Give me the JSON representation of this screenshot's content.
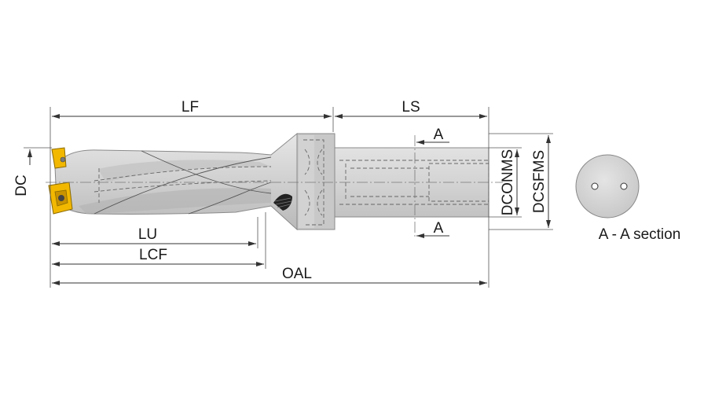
{
  "labels": {
    "lf": "LF",
    "ls": "LS",
    "dc": "DC",
    "lu": "LU",
    "lcf": "LCF",
    "oal": "OAL",
    "dconms": "DCONMS",
    "dcsfms": "DCSFMS",
    "section_mark_top": "A",
    "section_mark_bottom": "A",
    "section_caption": "A - A section"
  },
  "colors": {
    "tool_body": "#d2d2d2",
    "tool_shadow": "#b8b8b8",
    "flange": "#c4c4c4",
    "shank": "#d6d6d6",
    "insert": "#f2b800",
    "insert_dark": "#c99300",
    "line": "#333333",
    "text": "#1a1a1a"
  }
}
